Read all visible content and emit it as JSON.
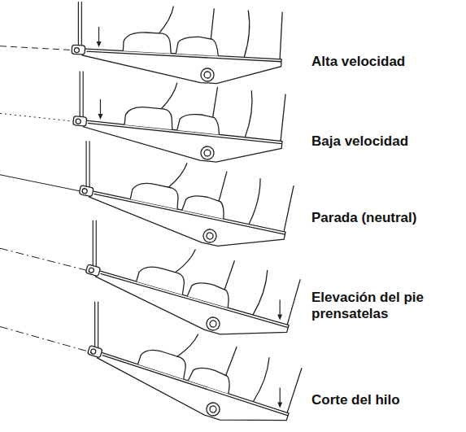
{
  "diagram": {
    "labels": [
      "Alta velocidad",
      "Baja velocidad",
      "Parada (neutral)",
      "Elevación del pie prensatelas",
      "Corte del hilo"
    ]
  }
}
